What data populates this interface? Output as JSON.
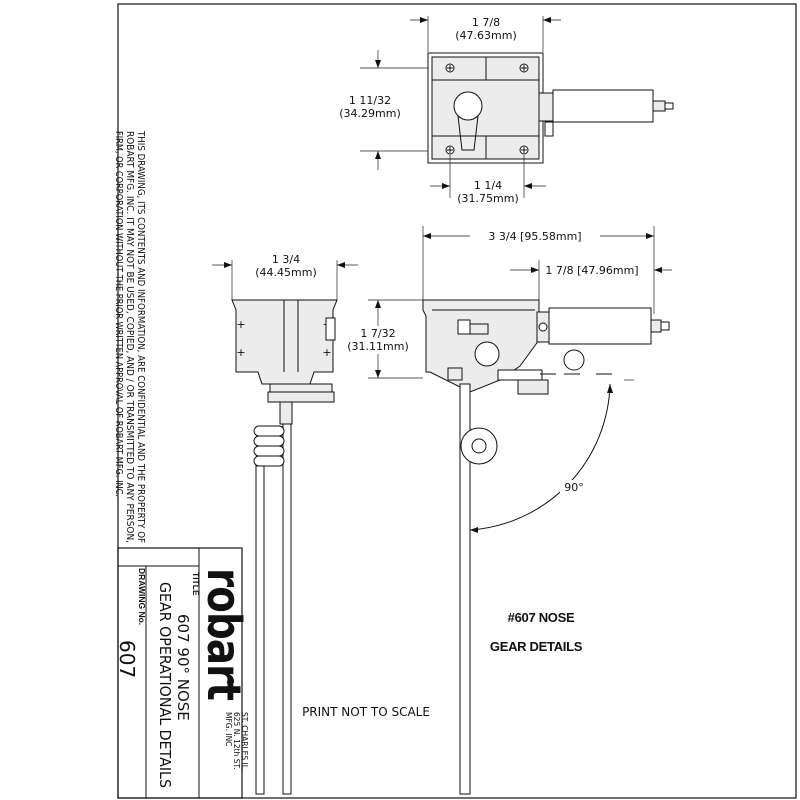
{
  "dims": {
    "top_width": "1 7/8",
    "top_width_mm": "(47.63mm)",
    "top_height": "1 11/32",
    "top_height_mm": "(34.29mm)",
    "top_hole": "1 1/4",
    "top_hole_mm": "(31.75mm)",
    "front_width": "1 3/4",
    "front_width_mm": "(44.45mm)",
    "side_height": "1 7/32",
    "side_height_mm": "(31.11mm)",
    "overall": "3 3/4 [95.58mm]",
    "cyl": "1 7/8 [47.96mm]",
    "angle": "90°"
  },
  "notes": {
    "title_line1": "#607 NOSE",
    "title_line2": "GEAR DETAILS",
    "scale": "PRINT NOT TO SCALE"
  },
  "confidential": {
    "line1": "THIS DRAWING, ITS CONTENTS AND INFORMATION, ARE CONFIDENTIAL AND THE PROPERTY OF",
    "line2": "ROBART MFG. INC. IT MAY NOT BE USED, COPIED, AND / OR TRANSMITTED TO ANY PERSON,",
    "line3": "FIRM, OR CORPORATION WITHOUT THE PRIOR WRITTEN APPROVAL OF ROBART MFG. INC."
  },
  "title_block": {
    "logo": "robart",
    "company_line1": "MFG. INC",
    "company_line2": "625 N. 12th ST.",
    "company_line3": "ST. CHARLES IL.",
    "title_label": "TITLE",
    "title_line1": "607 90° NOSE",
    "title_line2": "GEAR OPERATIONAL DETAILS",
    "drawing_label": "DRAWING No.",
    "drawing_no": "607"
  }
}
